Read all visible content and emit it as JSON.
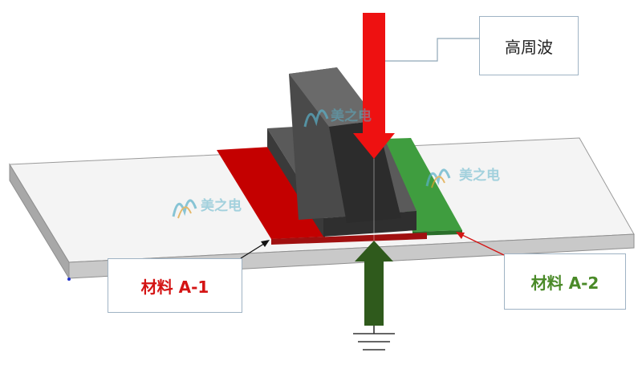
{
  "labels": {
    "rf": "高周波",
    "material_a1": "材料 A-1",
    "material_a2": "材料 A-2",
    "watermark": "美之电"
  },
  "colors": {
    "material_a1": "#c40000",
    "material_a2": "#3f9d3f",
    "electrode": "#3e3e3e",
    "rf_arrow": "#ee1111",
    "ground_arrow": "#2f5a1c",
    "plate_top": "#f4f4f4",
    "plate_side": "#c9c9c9"
  }
}
